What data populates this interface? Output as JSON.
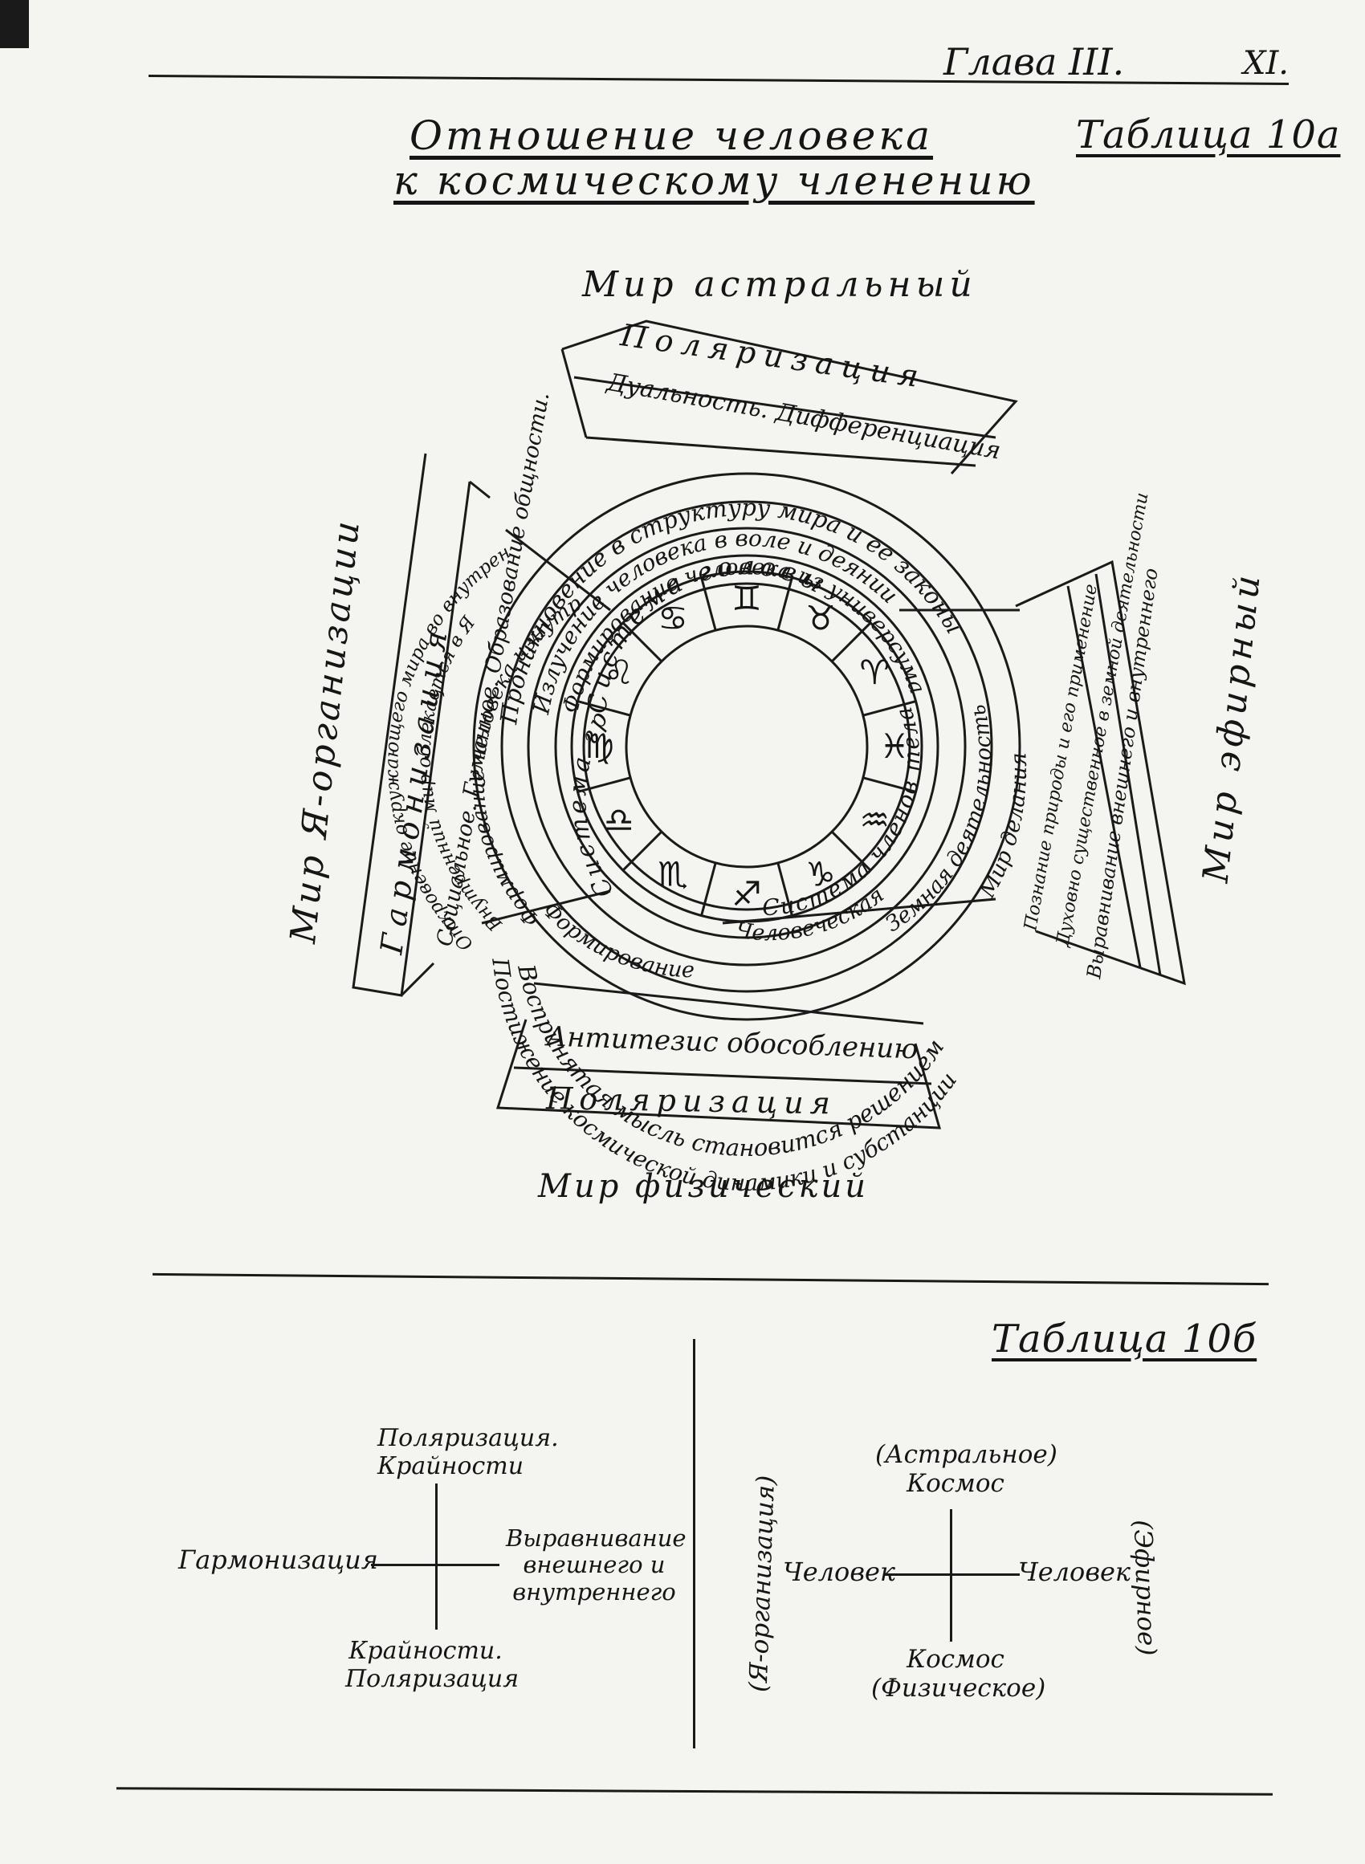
{
  "header": {
    "chapter": "Глава III.",
    "page_number": "XI.",
    "title_line1": "Отношение человека",
    "title_line2": "к космическому членению",
    "table_a": "Таблица 10а",
    "table_b": "Таблица 10б"
  },
  "diagram_a": {
    "world_top": "Мир астральный",
    "world_left": "Мир Я-организации",
    "world_right": "Мир эфирный",
    "world_bottom": "Мир физический",
    "top_block": {
      "outer": "Поляризация",
      "inner": "Дуальность. Дифференциация"
    },
    "left_block": {
      "outer": "Гармонизация",
      "inner": "Социальное. Гуманное. Образование общности.",
      "ring1": "Откровение окружающего мира во внутреннем",
      "ring2": "Внутренний мир облекается в Я"
    },
    "right_block": {
      "outer": "Выравнивание внешнего и внутреннего",
      "middle": "Духовно существенное в земной деятельности",
      "inner": "Познание природы и его применение",
      "ring1": "Мир делания"
    },
    "bottom_block": {
      "outer": "Поляризация",
      "inner": "Антитезис обособлению"
    },
    "rings": {
      "top_outer": "Проникновение в структуру мира и ее законы",
      "top_middle": "Излучение человека в воле и деянии",
      "top_inner": "Формирование человека из универсума",
      "system_head": "Система головы",
      "left_inner": "Формирование человека изнутри",
      "system_chest": "Система груди",
      "bottom_outer": "Постижение космической динамики и субстанции",
      "bottom_middle": "Воспринятая мысль становится решением",
      "bottom_inner": "Формирование",
      "right_middle": "Земная деятельность",
      "right_inner": "Человеческая",
      "system_limbs": "Система членов тела"
    },
    "zodiac": [
      "♋",
      "♊",
      "♉",
      "♈",
      "♓",
      "♒",
      "♑",
      "♐",
      "♏",
      "♎",
      "♍",
      "♌"
    ]
  },
  "diagram_b_left": {
    "top": "Поляризация. Крайности",
    "left": "Гармонизация",
    "right": "Выравнивание внешнего и внутреннего",
    "bottom": "Крайности. Поляризация"
  },
  "diagram_b_right": {
    "top": "(Астральное) Космос",
    "left": "Человек",
    "right": "Человек",
    "bottom": "Космос (Физическое)",
    "side_left": "(Я-организация)",
    "side_right": "(Эфирное)"
  }
}
